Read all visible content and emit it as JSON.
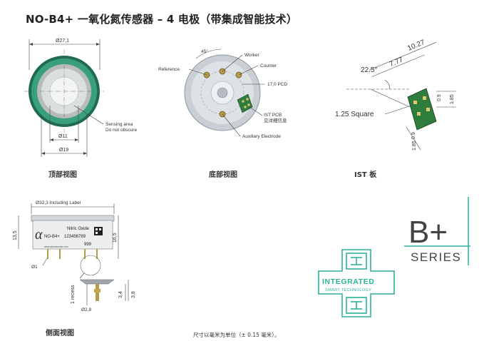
{
  "title": "NO-B4+ 一氧化氮传感器 – 4 电极（带集成智能技术）",
  "top_view": {
    "caption": "顶部视图",
    "dim_outer": "Ø27,1",
    "dim_inner1": "Ø11",
    "dim_inner2": "Ø19",
    "sensing_note_1": "Sensing area",
    "sensing_note_2": "Do not obscure"
  },
  "bottom_view": {
    "caption": "底部视图",
    "angle": "45°",
    "worker": "Worker",
    "counter": "Counter",
    "reference": "Reference",
    "pcd": "17,0 PCD",
    "ist_pcb": "IST PCB",
    "ist_pcb_note": "见详细信息",
    "aux": "Auxiliary Electrode"
  },
  "ist_board": {
    "caption": "IST 板",
    "angle": "22.5°",
    "d1": "10.27",
    "d2": "7.77",
    "square": "1.25 Square",
    "v1": "0.9",
    "v2": "1.85",
    "v3": "0.9",
    "v4": "1.85"
  },
  "side_view": {
    "caption": "侧面视图",
    "dim_label": "Ø32,3 Including Label",
    "h1": "13,5",
    "h2": "16,5",
    "pin_d": "Ø1",
    "recess": "1 recess",
    "pin_d2": "Ø2,8",
    "h3": "3,4",
    "h4": "3,8",
    "label_name": "Nitric Oxide",
    "label_model": "NO-B4+",
    "label_serial": "123456789",
    "label_code": "999",
    "label_web": "www.alphasense.com",
    "label_logo": "α"
  },
  "logo_integrated": {
    "line1": "INTEGRATED",
    "line2": "SMART TECHNOLOGY",
    "color": "#2bb39a"
  },
  "logo_bplus": {
    "mark": "B+",
    "word": "SERIES",
    "color": "#444444",
    "accent": "#2bb39a"
  },
  "footnote": "尺寸以毫米为单位（± 0.15 毫米）。"
}
